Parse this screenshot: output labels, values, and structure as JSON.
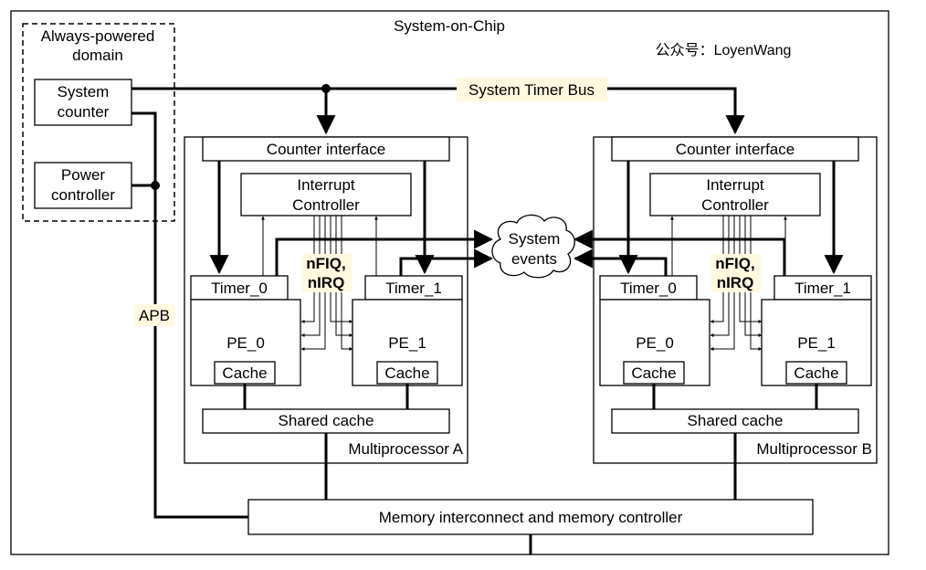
{
  "diagram": {
    "title": "System-on-Chip",
    "watermark": "公众号：LoyenWang",
    "always_powered_domain": "Always-powered domain",
    "system_counter": "System counter",
    "power_controller": "Power controller",
    "system_timer_bus": "System Timer Bus",
    "apb": "APB",
    "system_events": "System events",
    "memory_controller": "Memory interconnect and memory controller",
    "multiprocessors": [
      {
        "name": "Multiprocessor A",
        "counter_interface": "Counter interface",
        "interrupt_controller": "Interrupt Controller",
        "signals": "nFIQ, nIRQ",
        "shared_cache": "Shared cache",
        "pes": [
          {
            "timer": "Timer_0",
            "pe": "PE_0",
            "cache": "Cache"
          },
          {
            "timer": "Timer_1",
            "pe": "PE_1",
            "cache": "Cache"
          }
        ]
      },
      {
        "name": "Multiprocessor B",
        "counter_interface": "Counter interface",
        "interrupt_controller": "Interrupt Controller",
        "signals": "nFIQ, nIRQ",
        "shared_cache": "Shared cache",
        "pes": [
          {
            "timer": "Timer_0",
            "pe": "PE_0",
            "cache": "Cache"
          },
          {
            "timer": "Timer_1",
            "pe": "PE_1",
            "cache": "Cache"
          }
        ]
      }
    ]
  }
}
